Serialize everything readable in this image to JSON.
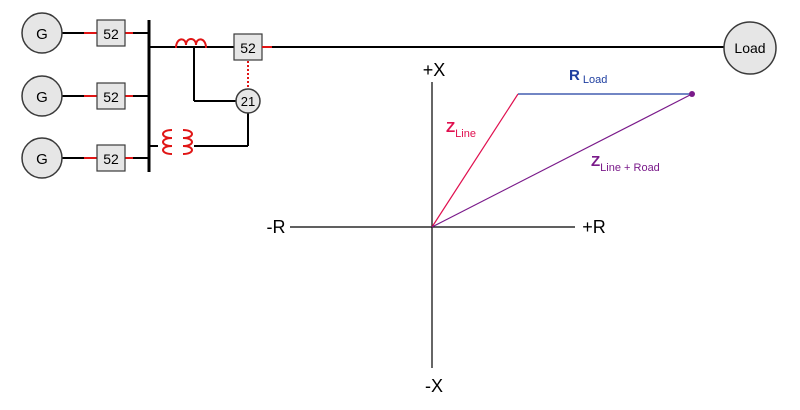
{
  "colors": {
    "line": "#000000",
    "breaker_link": "#e01515",
    "relay_link": "#e01515",
    "z_line": "#e0104f",
    "r_load": "#1f3fa0",
    "z_total": "#7a1a8a",
    "node_fill": "#e6e6e6",
    "node_stroke": "#3a3a3a"
  },
  "generators": [
    {
      "label": "G",
      "breaker": "52"
    },
    {
      "label": "G",
      "breaker": "52"
    },
    {
      "label": "G",
      "breaker": "52"
    }
  ],
  "line_breaker": "52",
  "relay": "21",
  "load": "Load",
  "axes": {
    "pos_x": "+X",
    "neg_x": "-X",
    "pos_r": "+R",
    "neg_r": "-R"
  },
  "vectors": {
    "z_line": {
      "main": "Z",
      "sub": "Line"
    },
    "r_load": {
      "main": "R",
      "sub": "Load"
    },
    "z_total": {
      "main": "Z",
      "sub": "Line + Road"
    }
  }
}
